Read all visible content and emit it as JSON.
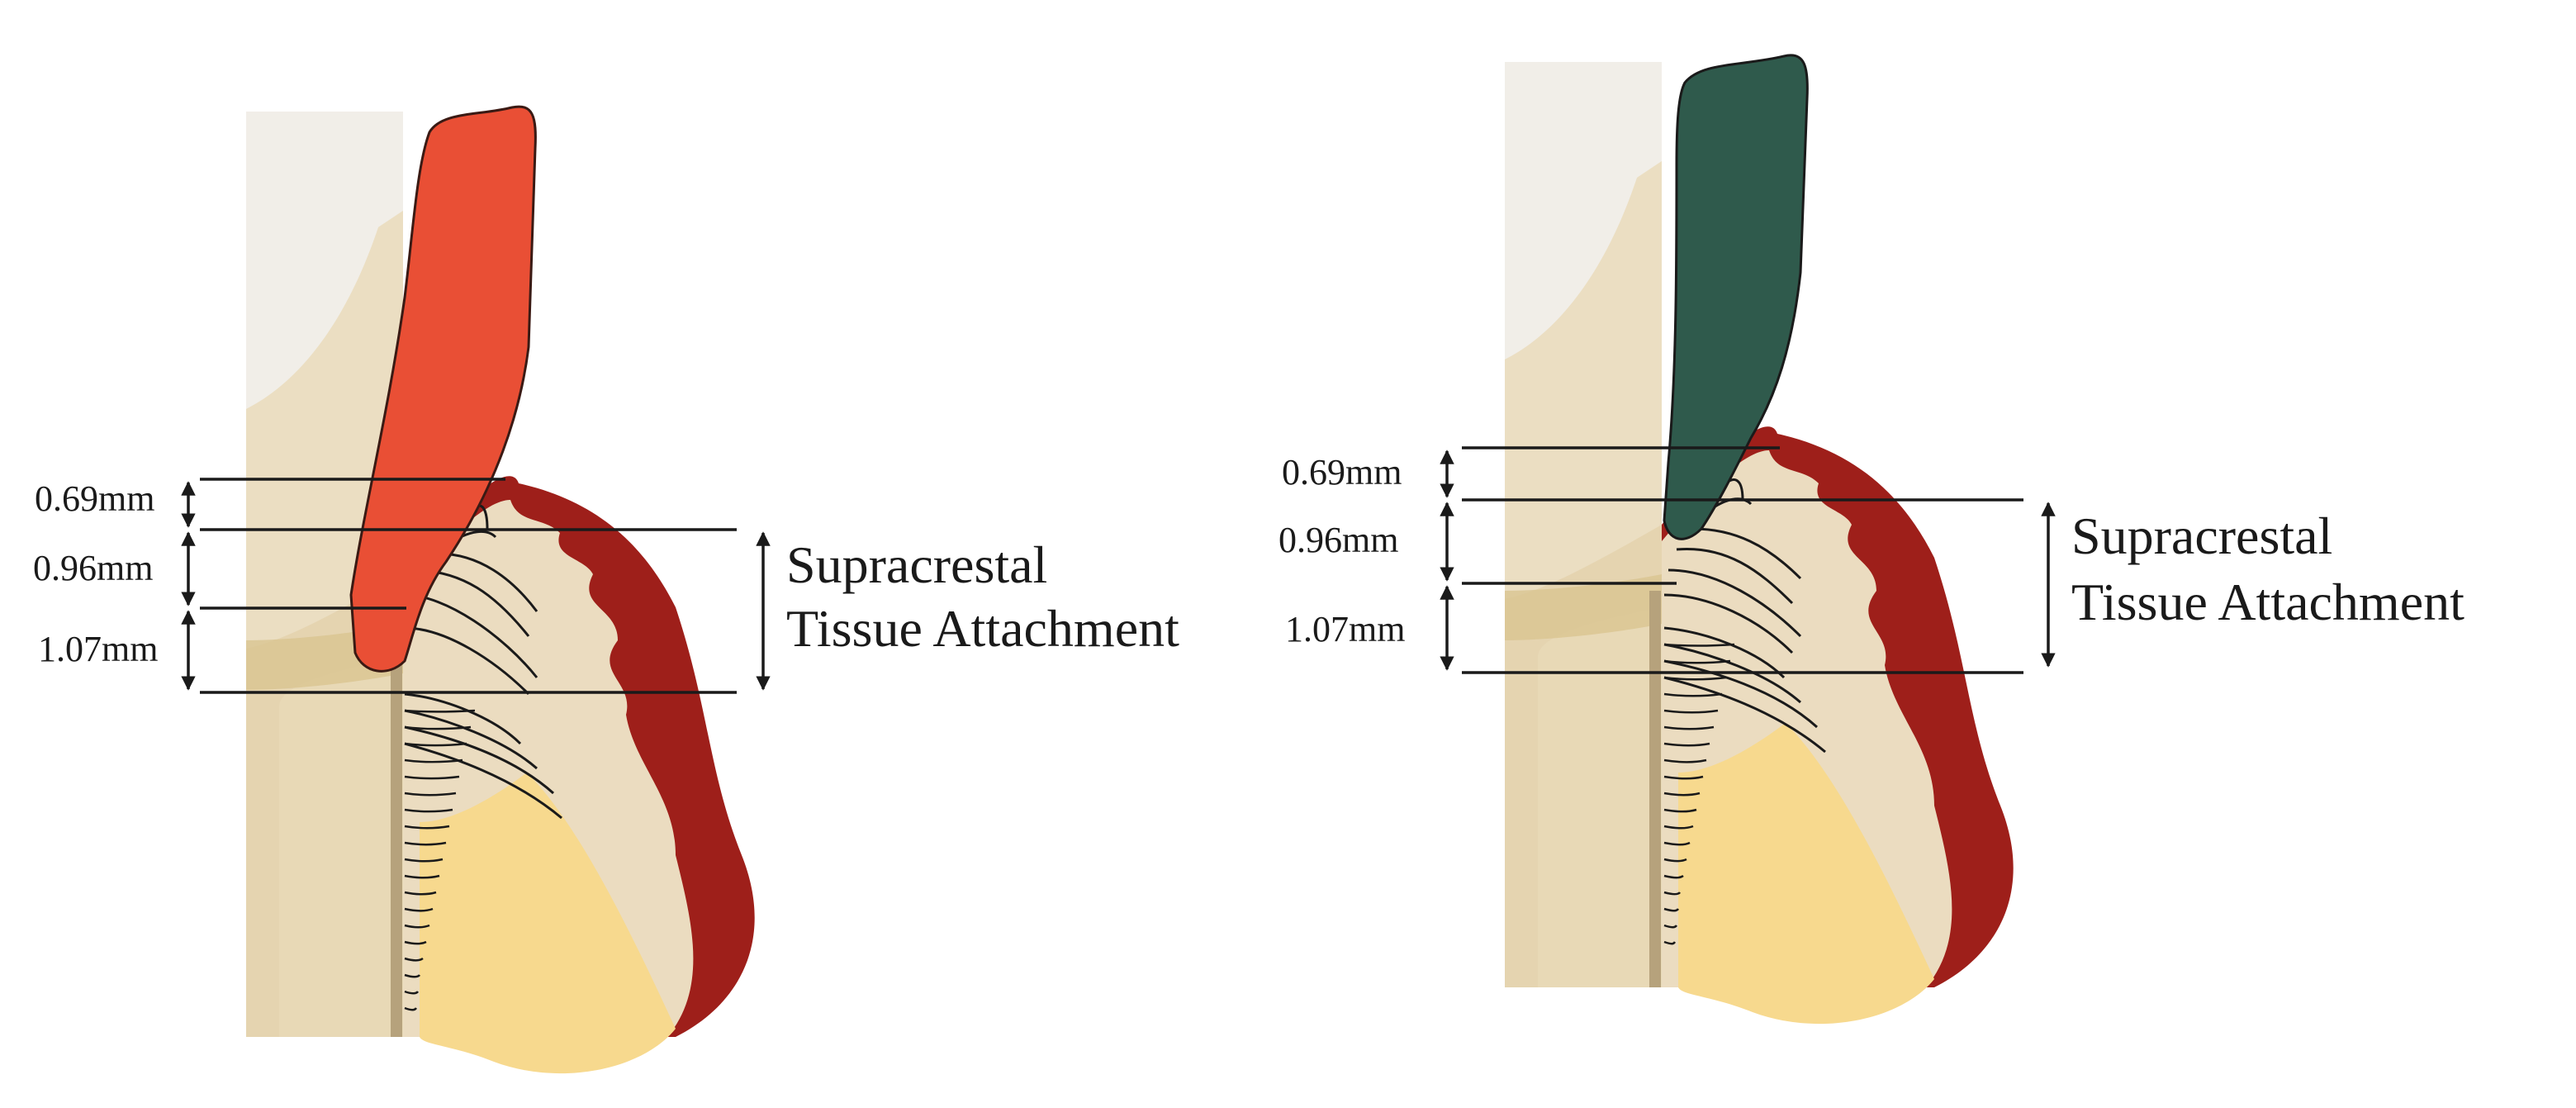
{
  "panels": [
    {
      "id": "left",
      "instrument_color": "#E94F35",
      "measurements": [
        "0.69mm",
        "0.96mm",
        "1.07mm"
      ],
      "zone_label_line1": "Supracrestal",
      "zone_label_line2": "Tissue Attachment"
    },
    {
      "id": "right",
      "instrument_color": "#2F5A4C",
      "measurements": [
        "0.69mm",
        "0.96mm",
        "1.07mm"
      ],
      "zone_label_line1": "Supracrestal",
      "zone_label_line2": "Tissue Attachment"
    }
  ],
  "colors": {
    "gingiva_outer": "#9E1F1A",
    "gingiva_inner": "#EBDCC0",
    "bone": "#F7D98E",
    "tooth_crown": "#F1EEE8",
    "tooth_root": "#E5D4B0",
    "enamel_shade": "#D9C491",
    "ink": "#1a1a1a"
  }
}
